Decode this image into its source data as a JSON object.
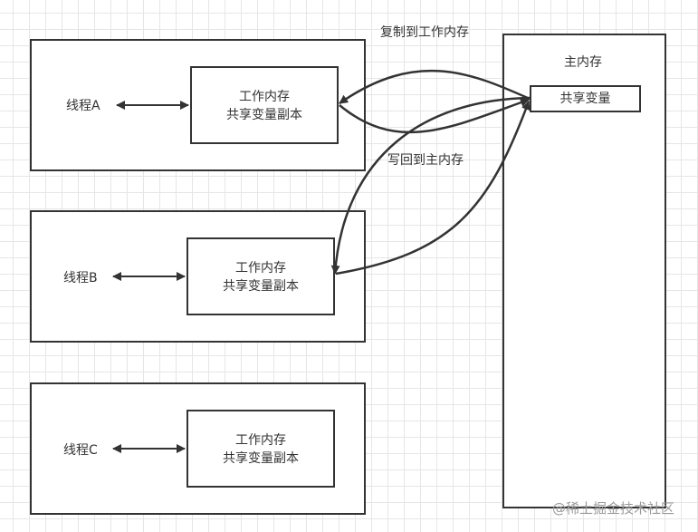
{
  "threads": [
    {
      "label": "线程A",
      "memory_title": "工作内存",
      "memory_subtitle": "共享变量副本"
    },
    {
      "label": "线程B",
      "memory_title": "工作内存",
      "memory_subtitle": "共享变量副本"
    },
    {
      "label": "线程C",
      "memory_title": "工作内存",
      "memory_subtitle": "共享变量副本"
    }
  ],
  "main_memory": {
    "title": "主内存",
    "shared_variable": "共享变量"
  },
  "edges": {
    "copy_label": "复制到工作内存",
    "writeback_label": "写回到主内存"
  },
  "watermark": "@稀土掘金技术社区",
  "colors": {
    "stroke": "#333333",
    "grid": "#e6e6e6",
    "background": "#ffffff"
  }
}
